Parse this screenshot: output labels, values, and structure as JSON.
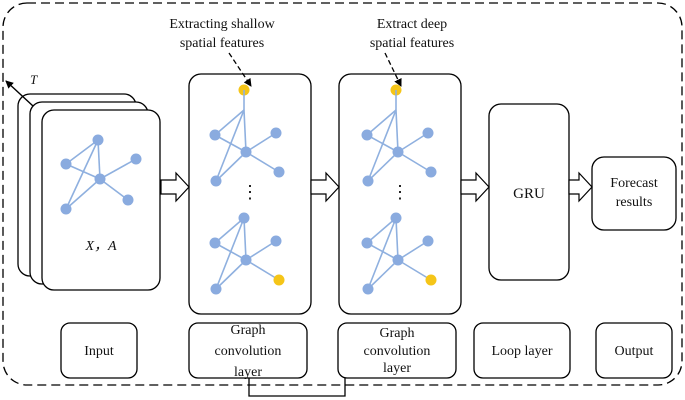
{
  "annotations": {
    "shallow_line1": "Extracting shallow",
    "shallow_line2": "spatial features",
    "deep_line1": "Extract deep",
    "deep_line2": "spatial features"
  },
  "input": {
    "axis_label": "T",
    "graph_label": "X，A"
  },
  "ellipsis": "⋮",
  "gru": "GRU",
  "forecast": {
    "line1": "Forecast",
    "line2": "results"
  },
  "layers": {
    "input": "Input",
    "gcn1": [
      "Graph",
      "convolution",
      "layer"
    ],
    "gcn2": [
      "Graph",
      "convolution",
      "layer"
    ],
    "loop": "Loop layer",
    "output": "Output"
  },
  "colors": {
    "node": "#8aabdf",
    "edge": "#8fb0df",
    "highlight_node": "#f5c518"
  }
}
